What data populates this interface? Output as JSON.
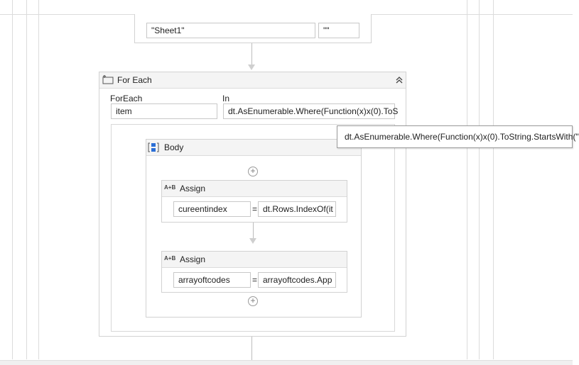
{
  "top_activity": {
    "sheet_value": "\"Sheet1\"",
    "range_value": "\"\""
  },
  "foreach": {
    "title": "For Each",
    "foreach_label": "ForEach",
    "in_label": "In",
    "item_value": "item",
    "in_value": "dt.AsEnumerable.Where(Function(x)x(0).ToS",
    "tooltip": "dt.AsEnumerable.Where(Function(x)x(0).ToString.StartsWith(\""
  },
  "body": {
    "title": "Body"
  },
  "assign1": {
    "title": "Assign",
    "icon_text": "A+B",
    "to_value": "cureentindex",
    "eq": "=",
    "value": "dt.Rows.IndexOf(it"
  },
  "assign2": {
    "title": "Assign",
    "icon_text": "A+B",
    "to_value": "arrayoftcodes",
    "eq": "=",
    "value": "arrayoftcodes.App"
  },
  "icons": {
    "foreach_icon": "foreach-loop-icon",
    "collapse_icon": "double-chevron-up-icon",
    "body_icon": "sequence-icon",
    "add_icon": "add-circle-icon"
  },
  "colors": {
    "body_icon_blue": "#2b6fd6",
    "header_bg": "#f4f4f4",
    "border": "#d2d2d2"
  }
}
